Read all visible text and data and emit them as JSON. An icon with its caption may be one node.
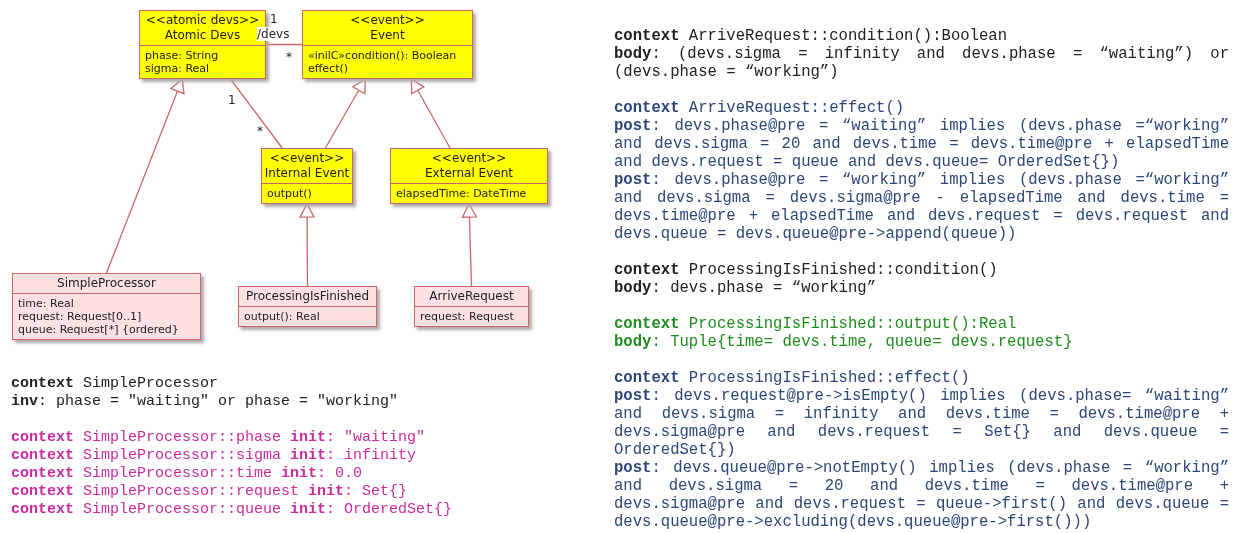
{
  "diagram": {
    "nodes": [
      {
        "text": [
          "<<atomic devs>>",
          "Atomic Devs",
          "phase: String",
          "sigma: Real"
        ]
      },
      {
        "text": [
          "<<event>>",
          "Event",
          "«inilC»condition(): Boolean",
          "effect()"
        ]
      },
      {
        "text": [
          "<<event>>",
          "Internal Event",
          "output()"
        ]
      },
      {
        "text": [
          "<<event>>",
          "External Event",
          "elapsedTime: DateTime"
        ]
      },
      {
        "text": [
          "SimpleProcessor",
          "time: Real",
          "request: Request[0..1]",
          "queue: Request[*] {ordered}"
        ]
      },
      {
        "text": [
          "ProcessingIsFinished",
          "output(): Real"
        ]
      },
      {
        "text": [
          "ArriveRequest",
          "request: Request"
        ]
      }
    ],
    "edges": [
      {
        "from": 4,
        "to": 0,
        "arrow": "to"
      },
      {
        "from": 2,
        "to": 1,
        "arrow": "to"
      },
      {
        "from": 3,
        "to": 1,
        "arrow": "to"
      },
      {
        "from": 5,
        "to": 2,
        "arrow": "to"
      },
      {
        "from": 6,
        "to": 3,
        "arrow": "to"
      },
      {
        "from": 0,
        "to": 1,
        "arrow": "none",
        "label": "/devs"
      },
      {
        "from": 0,
        "to": 2,
        "arrow": "none"
      }
    ],
    "labels": [
      "1",
      "*",
      "1",
      "*",
      "**context** SimpleProcessor",
      "**inv**: phase = \"waiting\" or phase = \"working\"",
      "**context** SimpleProcessor::phase **init**: \"waiting\"",
      "**context** SimpleProcessor::sigma **init**: infinity",
      "**context** SimpleProcessor::time **init**: 0.0",
      "**context** SimpleProcessor::request **init**: Set{}",
      "**context** SimpleProcessor::queue **init**: OrderedSet{}",
      "**context** ArriveRequest::condition():Boolean",
      "**body**: (devs.sigma = infinity and devs.phase = “waiting”) or (devs.phase = “working”)",
      "**context** ArriveRequest::effect()",
      "**post**: devs.phase@pre = “waiting” implies (devs.phase =“working” and devs.sigma = 20 and devs.time = devs.time@pre + elapsedTime and devs.request = queue and devs.queue= OrderedSet{})",
      "**post**: devs.phase@pre = “working” implies (devs.phase =“working” and devs.sigma = devs.sigma@pre - elapsedTime and devs.time = devs.time@pre + elapsedTime and devs.request = devs.request and devs.queue = devs.queue@pre->append(queue))",
      "**context** ProcessingIsFinished::condition()",
      "**body**: devs.phase = “working”",
      "**context** ProcessingIsFinished::output():Real",
      "**body**: Tuple{time= devs.time, queue= devs.request}",
      "**context** ProcessingIsFinished::effect()",
      "**post**: devs.request@pre->isEmpty() implies (devs.phase= “waiting” and devs.sigma = infinity and devs.time = devs.time@pre + devs.sigma@pre and devs.request = Set{} and devs.queue = OrderedSet{})",
      "**post**: devs.queue@pre->notEmpty() implies (devs.phase = “working” and devs.sigma = 20 and devs.time = devs.time@pre + devs.sigma@pre and devs.request = queue->first() and devs.queue = devs.queue@pre->excluding(devs.queue@pre->first()))"
    ]
  }
}
